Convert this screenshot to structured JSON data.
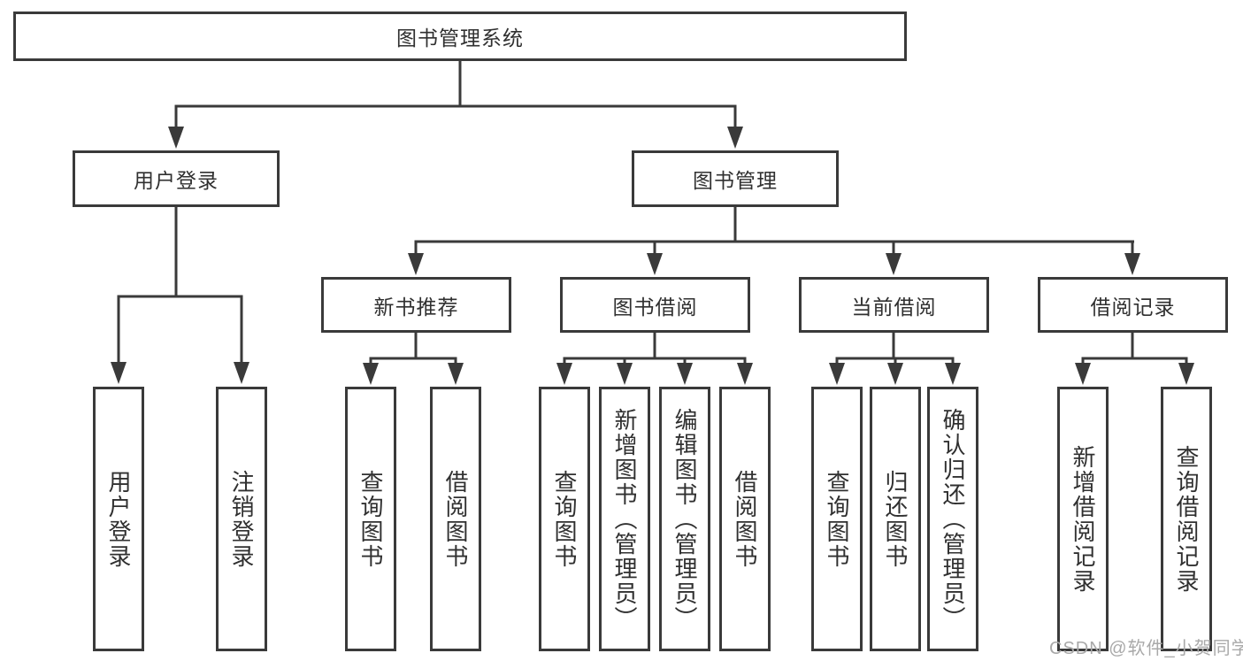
{
  "diagram": {
    "root": "图书管理系统",
    "level2": [
      "用户登录",
      "图书管理"
    ],
    "level3": [
      "新书推荐",
      "图书借阅",
      "当前借阅",
      "借阅记录"
    ],
    "leaves": {
      "user_login": [
        "用户登录",
        "注销登录"
      ],
      "new_book_recommendation": [
        "查询图书",
        "借阅图书"
      ],
      "book_borrowing": [
        "查询图书",
        "新增图书（管理员）",
        "编辑图书（管理员）",
        "借阅图书"
      ],
      "current_borrowing": [
        "查询图书",
        "归还图书",
        "确认归还（管理员）"
      ],
      "borrowing_records": [
        "新增借阅记录",
        "查询借阅记录"
      ]
    }
  },
  "watermark": "CSDN @软件_小贺同学",
  "colors": {
    "line": "#3a3a3a",
    "text": "#303030",
    "background": "#ffffff",
    "watermark": "#a9a9a9"
  }
}
